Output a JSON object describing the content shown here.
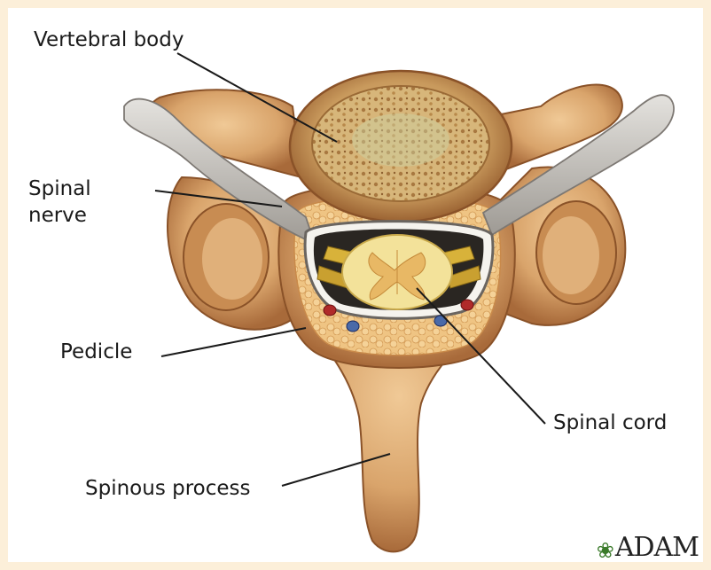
{
  "labels": {
    "vertebral_body": "Vertebral body",
    "spinal_nerve_line1": "Spinal",
    "spinal_nerve_line2": "nerve",
    "pedicle": "Pedicle",
    "spinal_cord": "Spinal cord",
    "spinous_process": "Spinous process"
  },
  "logo": {
    "text": "ADAM",
    "icon": "leaf-icon"
  },
  "colors": {
    "bone": "#d9a46b",
    "bone_dark": "#a86a3a",
    "nerve": "#c9c6c2",
    "cord": "#f3e29a",
    "gray_matter": "#e8b865",
    "frame": "#fcefd9"
  }
}
